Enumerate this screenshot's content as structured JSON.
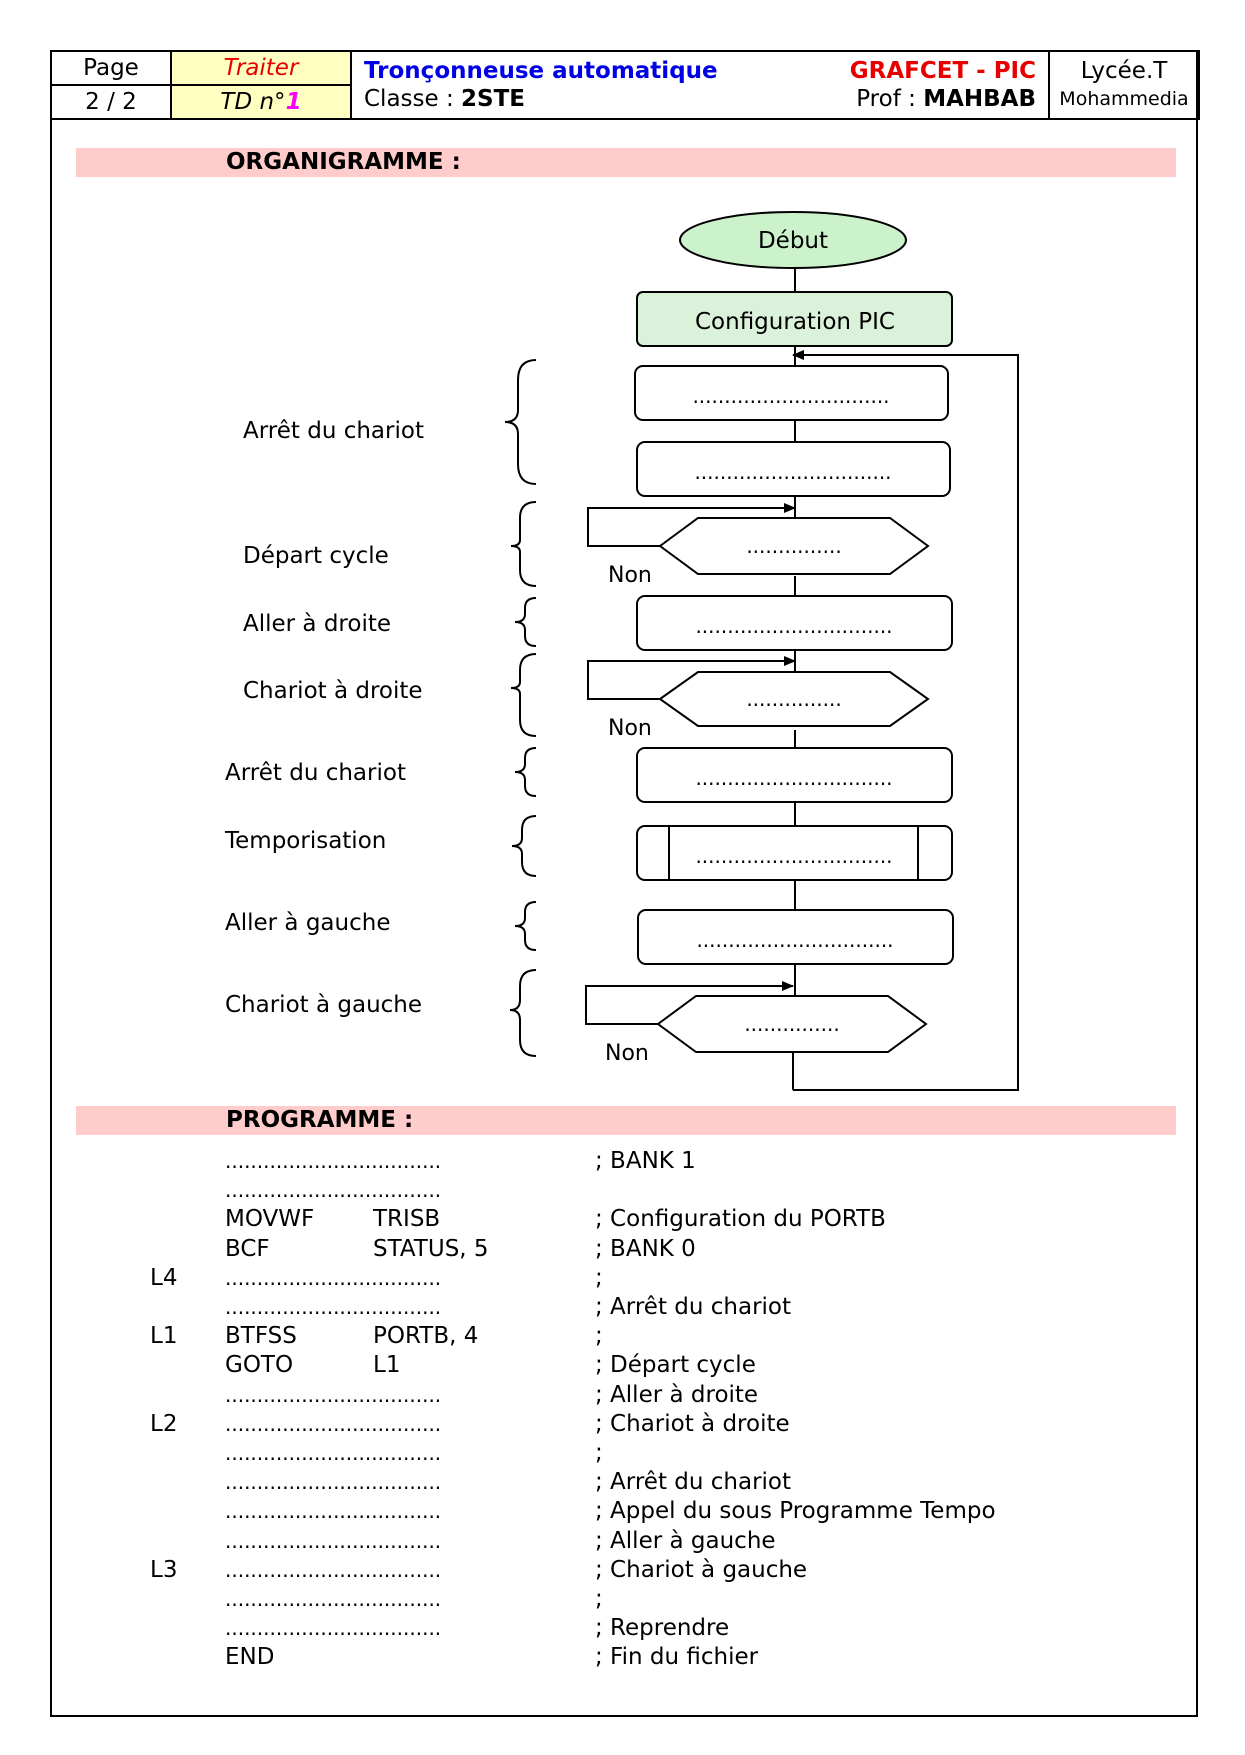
{
  "header": {
    "page_label": "Page",
    "page_number": "2 / 2",
    "traiter": "Traiter",
    "td_prefix": "TD n°",
    "td_number": "1",
    "title": "Tronçonneuse automatique",
    "classe_label": "Classe : ",
    "classe_value": "2STE",
    "subject": "GRAFCET - PIC",
    "prof_label": "Prof : ",
    "prof_value": "MAHBAB",
    "school": "Lycée.T",
    "city": "Mohammedia"
  },
  "sections": {
    "organigramme": "ORGANIGRAMME :",
    "programme": "PROGRAMME :"
  },
  "flowchart": {
    "start": "Début",
    "config": "Configuration PIC",
    "blank_box": "...............................",
    "blank_decision": "...............",
    "no_label": "Non",
    "labels": [
      "Arrêt du chariot",
      "Départ cycle",
      "Aller à droite",
      "Chariot à droite",
      "Arrêt du chariot",
      "Temporisation",
      "Aller à gauche",
      "Chariot à gauche"
    ],
    "colors": {
      "start_fill": "#ccf2cc",
      "config_fill": "#d9f2d9"
    }
  },
  "program": [
    {
      "label": "",
      "instr": "..................................",
      "operand": "",
      "comment": "; BANK 1"
    },
    {
      "label": "",
      "instr": "..................................",
      "operand": "",
      "comment": ""
    },
    {
      "label": "",
      "instr": "MOVWF",
      "operand": "TRISB",
      "comment": "; Configuration du PORTB"
    },
    {
      "label": "",
      "instr": "BCF",
      "operand": "STATUS, 5",
      "comment": "; BANK 0"
    },
    {
      "label": "L4",
      "instr": "..................................",
      "operand": "",
      "comment": ";"
    },
    {
      "label": "",
      "instr": "..................................",
      "operand": "",
      "comment": "; Arrêt du chariot"
    },
    {
      "label": "L1",
      "instr": "BTFSS",
      "operand": "PORTB, 4",
      "comment": ";"
    },
    {
      "label": "",
      "instr": "GOTO",
      "operand": "L1",
      "comment": "; Départ cycle"
    },
    {
      "label": "",
      "instr": "..................................",
      "operand": "",
      "comment": "; Aller à droite"
    },
    {
      "label": "L2",
      "instr": "..................................",
      "operand": "",
      "comment": "; Chariot à droite"
    },
    {
      "label": "",
      "instr": "..................................",
      "operand": "",
      "comment": ";"
    },
    {
      "label": "",
      "instr": "..................................",
      "operand": "",
      "comment": "; Arrêt du chariot"
    },
    {
      "label": "",
      "instr": "..................................",
      "operand": "",
      "comment": "; Appel du sous Programme Tempo"
    },
    {
      "label": "",
      "instr": "..................................",
      "operand": "",
      "comment": "; Aller à gauche"
    },
    {
      "label": "L3",
      "instr": "..................................",
      "operand": "",
      "comment": "; Chariot à gauche"
    },
    {
      "label": "",
      "instr": "..................................",
      "operand": "",
      "comment": ";"
    },
    {
      "label": "",
      "instr": "..................................",
      "operand": "",
      "comment": "; Reprendre"
    },
    {
      "label": "",
      "instr": "END",
      "operand": "",
      "comment": "; Fin du fichier"
    }
  ]
}
